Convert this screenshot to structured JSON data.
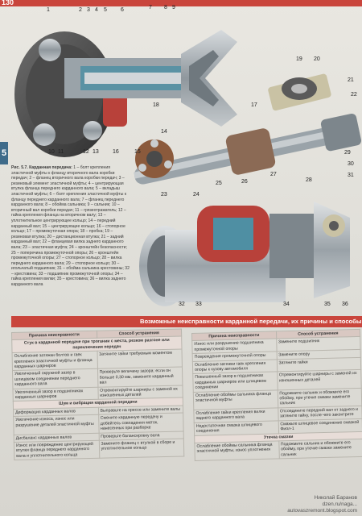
{
  "page": {
    "number": "130",
    "section_tab": "5"
  },
  "figure": {
    "caption_label": "Рис. 5.7. Карданная передача:",
    "caption_text": "1 – болт крепления эластичной муфты к фланцу вторичного вала коробки передач; 2 – фланец вторичного вала коробки передач; 3 – резиновый элемент эластичной муфты; 4 – центрирующая втулка фланца переднего карданного вала; 5 – вкладыш эластичной муфты; 6 – болт крепления эластичной муфты к фланцу переднего карданного вала; 7 – фланец переднего карданного вала; 8 – обойма сальника; 9 – сальник; 10 – вторичный вал коробки передач; 11 – грязеотражатель; 12 – гайка крепления фланца на вторичном валу; 13 – уплотнительное центрирующее кольцо; 14 – передний карданный вал; 15 – центрирующее кольцо; 16 – стопорное кольцо; 17 – промежуточная опора; 18 – пробка; 19 – резиновая втулка; 20 – дистанционная втулка; 21 – задний карданный вал; 22 – фланцевая вилка заднего карданного вала; 23 – эластичная муфта; 24 – кронштейн безопасности; 25 – поперечина промежуточной опоры; 26 – кронштейн промежуточной опоры; 27 – стопорное кольцо; 28 – вилка переднего карданного вала; 29 – стопорное кольцо; 30 – игольчатый подшипник; 31 – обойма сальника крестовины; 32 – крестовина; 33 – подшипник промежуточной опоры; 34 – гайка крепления вилки; 35 – крестовина; 36 – вилка заднего карданного вала",
    "callouts": [
      "1",
      "2",
      "3",
      "4",
      "5",
      "6",
      "7",
      "8",
      "9",
      "10",
      "11",
      "12",
      "13",
      "14",
      "15",
      "16",
      "17",
      "18",
      "19",
      "20",
      "21",
      "22",
      "23",
      "24",
      "25",
      "26",
      "27",
      "28",
      "29",
      "30",
      "31",
      "32",
      "33",
      "34",
      "35",
      "36"
    ]
  },
  "banner": {
    "title": "Возможные неисправности карданной передачи, их причины и способы устранения"
  },
  "table_left": {
    "headers": [
      "Причина неисправности",
      "Способ устранения"
    ],
    "section1": "Стук в карданной передаче при трогании с места, резком разгоне или переключении передач",
    "rows1": [
      [
        "Ослабление затяжки болтов и гаек крепления эластичной муфты и фланца карданных шарниров",
        "Затяните гайки требуемым моментом"
      ],
      [
        "Увеличенный окружной зазор в шлицевом соединении переднего карданного вала",
        "Проверьте величину зазора: если он больше 0,30 мм, замените карданный вал"
      ],
      [
        "Увеличенный зазор в подшипниках карданных шарниров",
        "Отремонтируйте шарниры с заменой их изношенных деталей"
      ]
    ],
    "section2": "Шум и вибрация карданной передачи",
    "rows2": [
      [
        "Деформация карданных валов",
        "Выправьте на прессе или замените валы"
      ],
      [
        "Увеличение износа, износ или разрушение деталей эластичной муфты",
        "Смените карданную передачу и добейтесь совпадения меток, нанесенных при разборке"
      ],
      [
        "Дисбаланс карданных валов",
        "Проверьте балансировку вала"
      ],
      [
        "Износ или повреждение центрирующей втулки фланца переднего карданного вала и уплотнительного кольца",
        "Замените фланец с втулкой в сборе и уплотнительное кольцо"
      ]
    ]
  },
  "table_right": {
    "headers": [
      "Причина неисправности",
      "Способ устранения"
    ],
    "rows1": [
      [
        "Износ или разрушение подшипника промежуточной опоры",
        "Замените подшипник"
      ],
      [
        "Повреждение промежуточной опоры",
        "Замените опору"
      ],
      [
        "Ослабление затяжки гаек крепления опоры к кузову автомобиля",
        "Затяните гайки"
      ],
      [
        "Повышенный зазор в подшипниках карданных шарниров или шлицевом соединении",
        "Отремонтируйте шарниры с заменой их изношенных деталей"
      ],
      [
        "Ослабление обоймы сальника фланца эластичной муфты",
        "Подожмите сальник и обожмите его обойму, при утечке смазки замените сальник"
      ],
      [
        "Ослабление гайки крепления вилки заднего карданного вала",
        "Отсоедините передний вал от заднего и затяните гайку, после чего законтрите"
      ],
      [
        "Недостаточная смазка шлицевого соединения",
        "Смажьте шлицевое соединение смазкой Фиол-1"
      ]
    ],
    "section2": "Утечка смазки",
    "rows2": [
      [
        "Ослабление обоймы сальника фланца эластичной муфты, износ уплотнения",
        "Подожмите сальник и обожмите его обойму, при утечке смазки замените сальник"
      ]
    ]
  },
  "footer": {
    "author": "Николай Баранов",
    "handle": "dzen.ru/naga...",
    "site": "autovaszremont.blogspot.com"
  },
  "colors": {
    "accent_red": "#c9453c",
    "tab_blue": "#3f6b8a",
    "steel": "#a9b0b6",
    "teal": "#4f8fa3"
  }
}
